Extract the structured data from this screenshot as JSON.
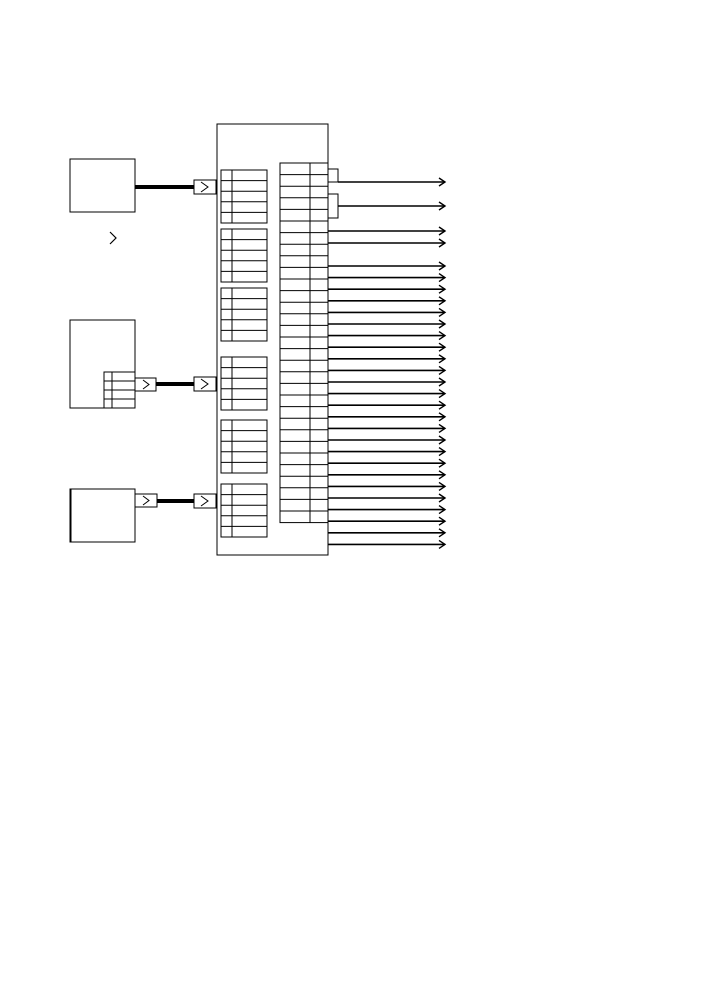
{
  "colors": {
    "stroke": "#000000",
    "background": "#ffffff"
  },
  "devices": [
    {
      "id": "device-a",
      "terminal_rows": 0
    },
    {
      "id": "device-b",
      "terminal_rows": 4
    },
    {
      "id": "device-c",
      "terminal_rows": 0
    }
  ],
  "connectors": {
    "count": 5,
    "icon": "chevron-right-icon"
  },
  "standalone_icon": "chevron-right-icon",
  "controller": {
    "id": "main-controller",
    "terminal_groups": [
      {
        "rows": 5
      },
      {
        "rows": 5
      },
      {
        "rows": 5
      },
      {
        "rows": 5
      },
      {
        "rows": 5
      },
      {
        "rows": 5
      }
    ],
    "output_strip_rows": 31
  },
  "outputs": {
    "count": 29,
    "arrow_icon": "arrow-right-icon"
  }
}
